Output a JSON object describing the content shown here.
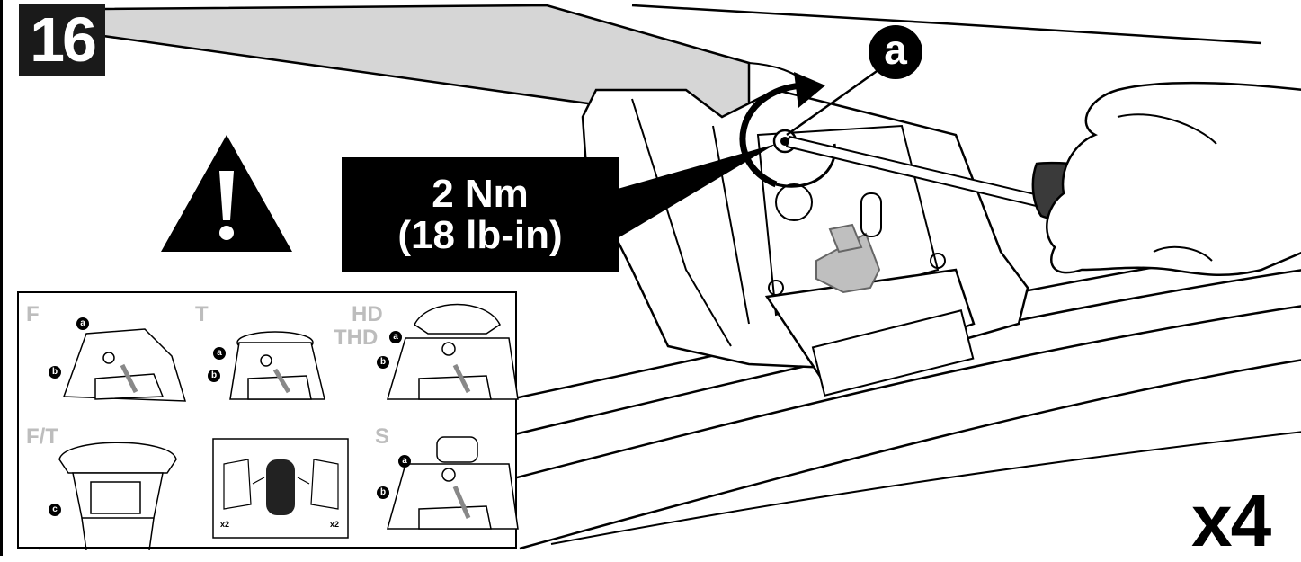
{
  "step": {
    "number": "16"
  },
  "torque": {
    "line1": "2 Nm",
    "line2": "(18 lb-in)"
  },
  "callout": {
    "main": "a"
  },
  "quantity": "x4",
  "warning_icon": "warning-triangle-icon",
  "inset": {
    "variants": [
      {
        "label": "F"
      },
      {
        "label": "T"
      },
      {
        "label": "HD"
      },
      {
        "label": "THD"
      },
      {
        "label": "F/T"
      },
      {
        "label": "S"
      }
    ],
    "callouts": {
      "a": "a",
      "b": "b",
      "c": "c"
    },
    "multiplier_left": "x2",
    "multiplier_right": "x2"
  },
  "colors": {
    "ink": "#000000",
    "bar_fill": "#d6d6d6",
    "label_gray": "#bdbdbd",
    "knob": "#bfbfbf"
  }
}
